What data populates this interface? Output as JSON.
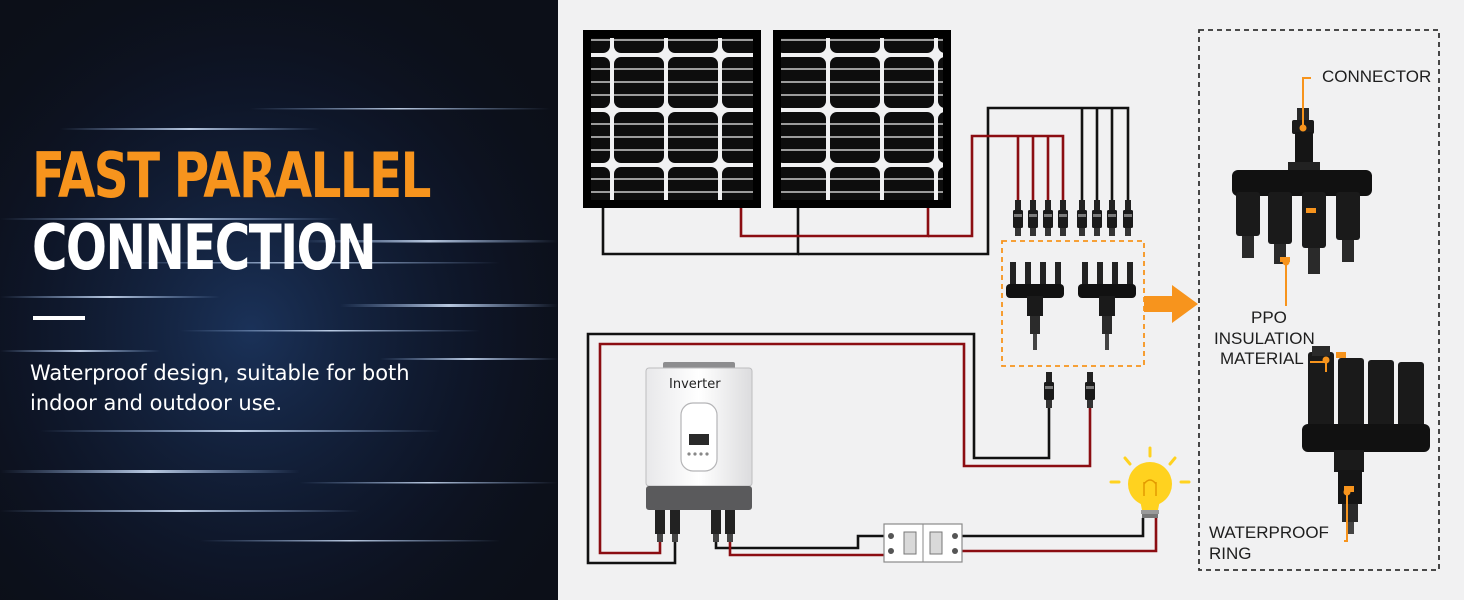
{
  "headline": {
    "line1": "FAST PARALLEL",
    "line2": "CONNECTION"
  },
  "description": "Waterproof design, suitable for both indoor and outdoor use.",
  "diagram": {
    "inverter_label": "Inverter",
    "labels": {
      "connector": "CONNECTOR",
      "ppo_line1": "PPO",
      "ppo_line2": "INSULATION",
      "ppo_line3": "MATERIAL",
      "waterproof_line1": "WATERPROOF",
      "waterproof_line2": "RING"
    }
  },
  "colors": {
    "accent": "#f7941d",
    "wire_positive": "#8b0d12",
    "wire_negative": "#111111",
    "bulb": "#ffd21f"
  }
}
